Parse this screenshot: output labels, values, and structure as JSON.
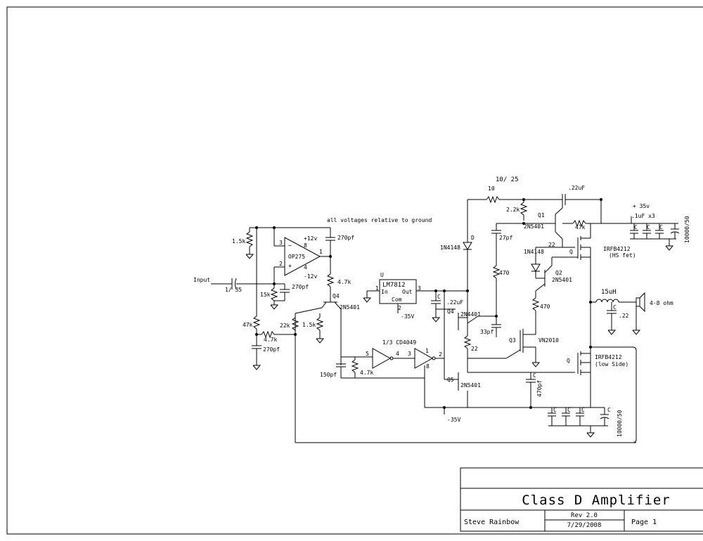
{
  "title_block": {
    "title": "Class D Amplifier",
    "author": "Steve Rainbow",
    "rev": "Rev 2.0",
    "date": "7/29/2008",
    "page": "Page 1"
  },
  "schematic": {
    "note": "all voltages relative to ground",
    "input_label": "Input",
    "input_cap": "1/ 35",
    "opamp": "OP275",
    "opamp_pos_supply": "+12v",
    "opamp_neg_supply": "-12v",
    "pin8": "8",
    "pin4": "4",
    "pin3": "3",
    "pin2": "2",
    "pin1": "1",
    "minus_sign": "−",
    "plus_sign": "+",
    "r_1_5k_top": "1.5k",
    "c_270pf_top": "270pf",
    "c_270pf_mid": "270pf",
    "r_15k": "15k",
    "r_47k_left": "47k",
    "r_4_7k_left": "4.7k",
    "c_270pf_bot": "270pf",
    "r_4_7k_right": "4.7k",
    "q4_top_label": "Q4",
    "q4_top_part": "2N5401",
    "r_22k": "22k",
    "r_1_5k_mid": "1.5k",
    "regulator": "LM7812",
    "reg_ref": "U",
    "reg_in": "In",
    "reg_out": "Out",
    "reg_com": "Com",
    "reg_pin1": "1",
    "reg_pin2": "2",
    "reg_pin3": "3",
    "reg_neg": "-35V",
    "c_reg": "C",
    "c_022uf": ".22uF",
    "inverter": "1/3 CD4049",
    "inv_pin5": "5",
    "inv_pin4": "4",
    "inv_pin3": "3",
    "inv_pin2": "2",
    "inv_pin1": "1",
    "inv_pin8": "8",
    "c_150pf": "150pf",
    "r_4_7k_inv": "4.7k",
    "neg_rail": "-35V",
    "q4_mid_label": "Q4",
    "q4_mid_part": "2N4401",
    "r_22_mid": "22",
    "q5_label": "Q5",
    "q5_part": "2N5401",
    "diode_d": "D",
    "diode_1n4148_left": "1N4148",
    "c_27pf": "27pf",
    "r_470_top": "470",
    "c_33pf": "33pf",
    "r_10": "10",
    "r_10_25": "10/ 25",
    "r_2_2k": "2.2k",
    "c_22uf_top": ".22uF",
    "q1_label": "Q1",
    "q1_part": "2N5401",
    "r_47k_top": "47k",
    "r_22_top": "22",
    "diode_1n4148_right": "1N4148",
    "q2_label": "Q2",
    "q2_part": "2N5401",
    "r_470_right": "470",
    "q3_label": "Q3",
    "q3_part": "VN2010",
    "c_470pf": "470pf",
    "c_470pf_cap": "C",
    "hs_fet_ref": "Q",
    "hs_fet_part": "IRFB4212",
    "hs_fet_note": "(HS fet)",
    "ls_fet_ref": "Q",
    "ls_fet_part": "IRFB4212",
    "ls_fet_note": "(low Side)",
    "pos_rail": "+ 35v",
    "c_bank_top": ".1uF x3",
    "c_bank_top_bulk": "10000/50",
    "c_bank_bot_bulk": "10000/50",
    "inductor": "15uH",
    "c_out": ".22",
    "c_out_ref": "C",
    "speaker": "4-8 ohm",
    "cap_c": "C"
  }
}
